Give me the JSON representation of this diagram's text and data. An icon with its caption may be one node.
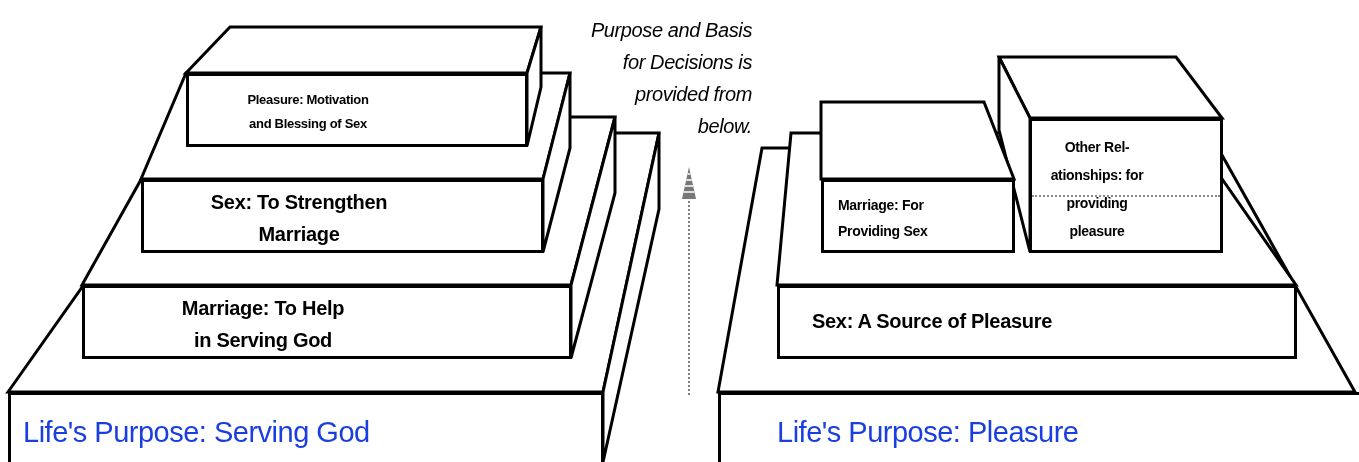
{
  "diagram": {
    "nodes": [
      {
        "text": [
          "Pleasure: Motivation and Blessing of Sex"
        ]
      },
      {
        "text": [
          "Sex: To Strengthen Marriage"
        ]
      },
      {
        "text": [
          "Marriage: To Help in Serving God"
        ]
      },
      {
        "text": [
          "Life's Purpose: Serving God"
        ]
      },
      {
        "text": [
          "Marriage: For Providing Sex"
        ]
      },
      {
        "text": [
          "Other Rel- ationships: for providing pleasure"
        ]
      },
      {
        "text": [
          "Sex: A Source of Pleasure"
        ]
      },
      {
        "text": [
          "Life's Purpose: Pleasure"
        ]
      }
    ],
    "labels": [
      "Purpose and Basis for Decisions is provided from below."
    ]
  }
}
